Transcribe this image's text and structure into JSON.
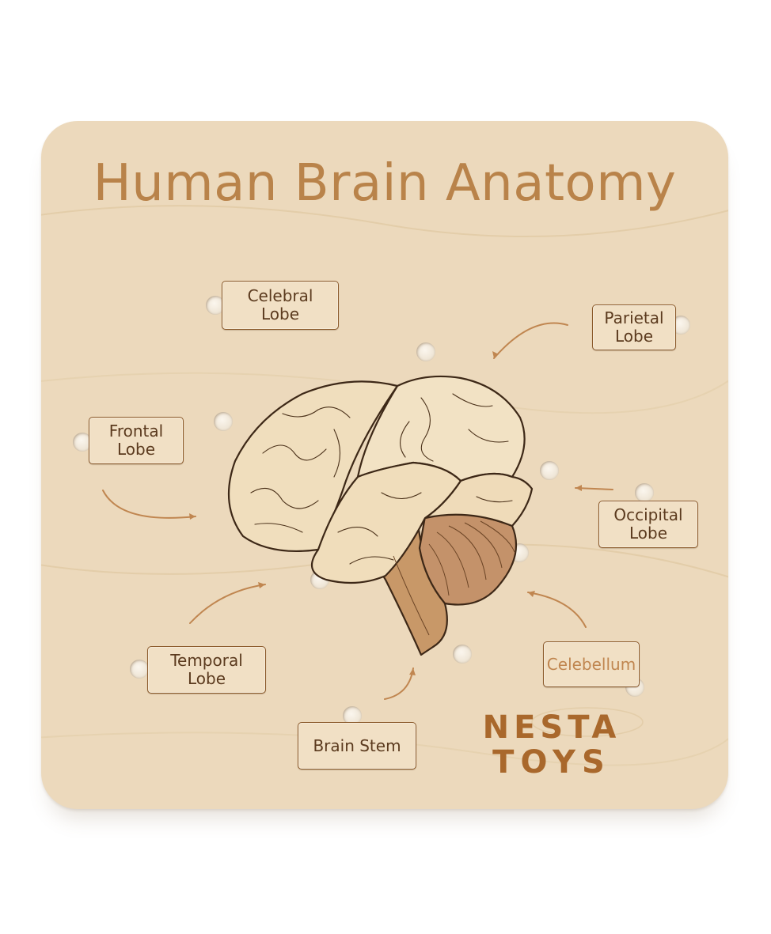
{
  "board": {
    "title": "Human Brain Anatomy",
    "wood_color": "#ecd9bc",
    "engraving_color": "#b9834a"
  },
  "labels": {
    "cerebral": "Celebral\nLobe",
    "parietal": "Parietal\nLobe",
    "frontal": "Frontal\nLobe",
    "occipital": "Occipital\nLobe",
    "temporal": "Temporal\nLobe",
    "cerebellum": "Celebellum",
    "brainstem": "Brain Stem"
  },
  "brand": {
    "line1": "NESTA",
    "line2": "TOYS"
  }
}
